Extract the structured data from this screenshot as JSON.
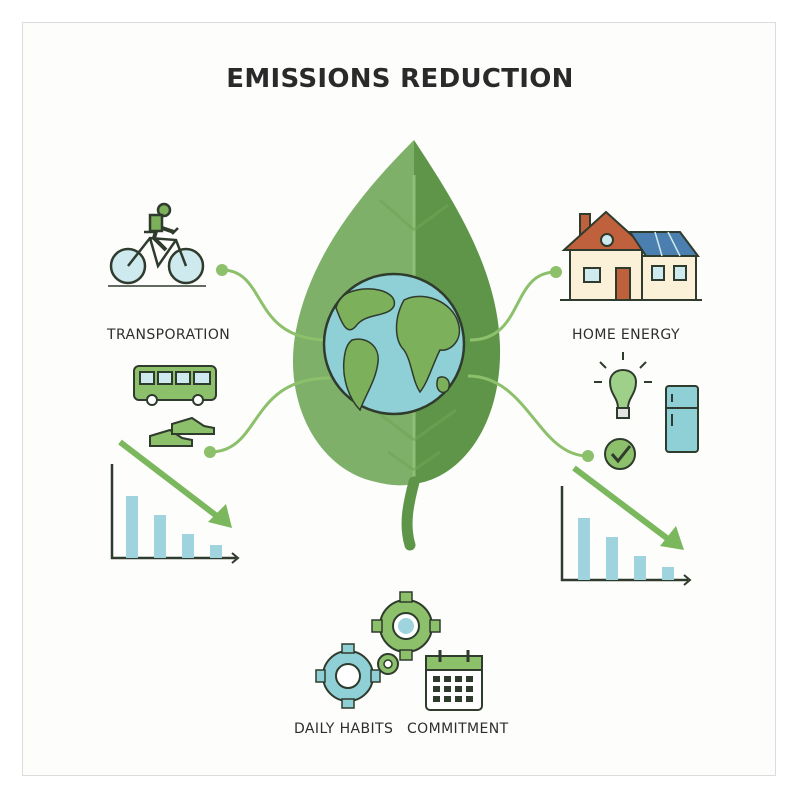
{
  "title": "EMISSIONS REDUCTION",
  "labels": {
    "transportation": "TRANSPORATION",
    "home_energy": "HOME ENERGY",
    "daily_habits": "DAILY HABITS",
    "commitment": "COMMITMENT"
  },
  "colors": {
    "leaf_light": "#7fb069",
    "leaf_dark": "#5f9548",
    "ocean": "#8fcfd6",
    "land": "#7db05a",
    "outline": "#2f3b2c",
    "accent_green": "#8cc06b",
    "bar_blue": "#9fd3dd",
    "arrow_green": "#7ab75d",
    "roof": "#c0613d",
    "solar": "#4a7fb0"
  },
  "icons": [
    "bicycle-rider-icon",
    "bus-icon",
    "shoes-icon",
    "house-solar-icon",
    "lightbulb-icon",
    "refrigerator-icon",
    "checkmark-icon",
    "gears-icon",
    "calendar-icon",
    "globe-icon",
    "leaf-icon",
    "declining-bar-chart-icon"
  ]
}
